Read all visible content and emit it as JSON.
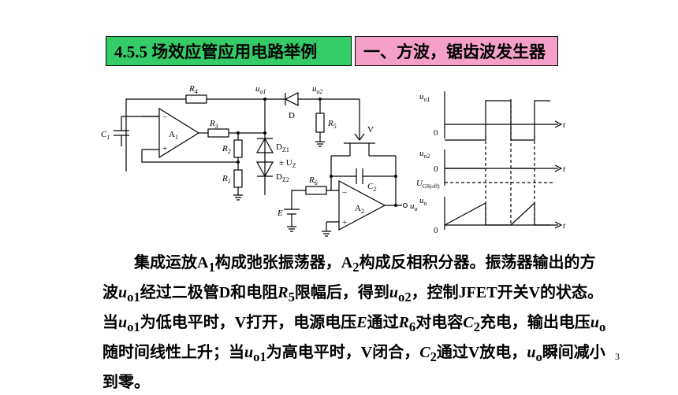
{
  "title": {
    "left": "4.5.5   场效应管应用电路举例",
    "right": "一、方波，锯齿波发生器"
  },
  "circuit": {
    "R4": "R",
    "R4_sub": "4",
    "R3": "R",
    "R3_sub": "3",
    "R2": "R",
    "R2_sub": "2",
    "R1": "R",
    "R1_sub": "1",
    "R5": "R",
    "R5_sub": "5",
    "R6": "R",
    "R6_sub": "6",
    "C1": "C",
    "C1_sub": "1",
    "C2": "C",
    "C2_sub": "2",
    "A1": "A",
    "A1_sub": "1",
    "A2": "A",
    "A2_sub": "2",
    "uo1": "u",
    "uo1_sub": "o1",
    "uo2": "u",
    "uo2_sub": "o2",
    "uo": "u",
    "uo_sub": "o",
    "D": "D",
    "V": "V",
    "E": "E",
    "DZ1": "D",
    "DZ1_sub": "Z1",
    "DZ2": "D",
    "DZ2_sub": "Z2",
    "UZ": "± U",
    "UZ_sub": "Z",
    "minus": "−",
    "plus": "+"
  },
  "waveforms": {
    "uo1": "u",
    "uo1_sub": "o1",
    "uo2": "u",
    "uo2_sub": "o2",
    "uo": "u",
    "uo_sub": "o",
    "ugs": "U",
    "ugs_sub": "GS(off)",
    "zero": "0",
    "t": "t"
  },
  "paragraph": {
    "p1": "集成运放A",
    "p1s": "1",
    "p2": "构成弛张振荡器，A",
    "p2s": "2",
    "p3": "构成反相积分器。振荡器输出的方波",
    "p4": "u",
    "p4s": "o1",
    "p5": "经过二极管D和电阻",
    "p6": "R",
    "p6s": "5",
    "p7": "限幅后，得到",
    "p8": "u",
    "p8s": "o2",
    "p9": "，控制JFET开关V的状态。当",
    "p10": "u",
    "p10s": "o1",
    "p11": "为低电平时，V打开，电源电压",
    "p12": "E",
    "p13": "通过",
    "p14": "R",
    "p14s": "6",
    "p15": "对电容",
    "p16": "C",
    "p16s": "2",
    "p17": "充电，输出电压",
    "p18": "u",
    "p18s": "o",
    "p19": "随时间线性上升；当",
    "p20": "u",
    "p20s": "o1",
    "p21": "为高电平时，V闭合，",
    "p22": "C",
    "p22s": "2",
    "p23": "通过V放电，",
    "p24": "u",
    "p24s": "o",
    "p25": "瞬间减小到零。"
  },
  "page_number": "3"
}
